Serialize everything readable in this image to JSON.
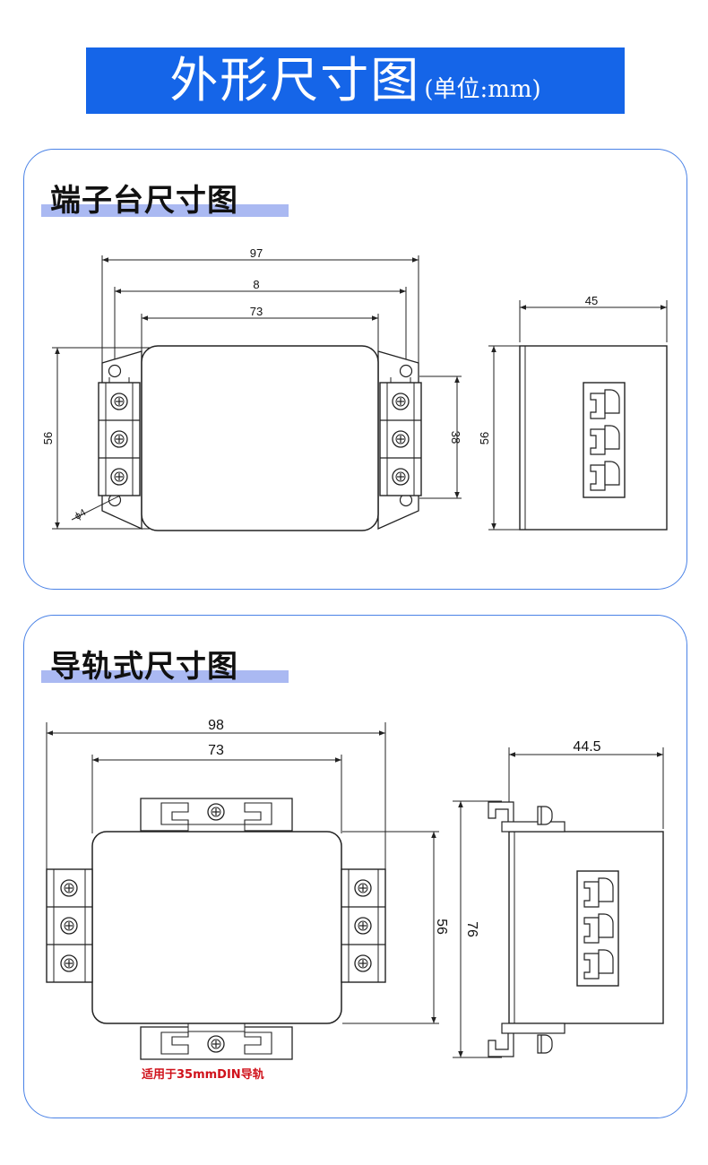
{
  "header": {
    "title": "外形尺寸图",
    "unit": "(单位:mm)"
  },
  "sections": [
    {
      "title": "端子台尺寸图",
      "dims": {
        "overall_width": "97",
        "mount_width": "8",
        "body_width": "73",
        "height": "56",
        "terminal_span": "38",
        "hole": "ϕ4",
        "side_depth": "45",
        "side_height": "56"
      }
    },
    {
      "title": "导轨式尺寸图",
      "dims": {
        "overall_width": "98",
        "body_width": "73",
        "height": "56",
        "rail_height": "76",
        "side_depth": "44.5"
      },
      "note": "适用于35mmDIN导轨"
    }
  ]
}
